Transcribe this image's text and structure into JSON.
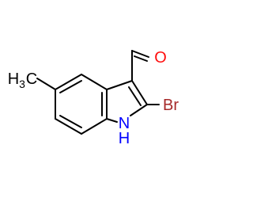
{
  "structure": {
    "atoms": {
      "oxygen": {
        "text": "O",
        "color": "#ff0d0d"
      },
      "bromine": {
        "text": "Br",
        "color": "#a62929"
      },
      "nh": {
        "n": "N",
        "h": "H",
        "color": "#0000ff"
      },
      "methyl": {
        "h": "H",
        "sub": "3",
        "c": "C",
        "color": "#000000"
      }
    },
    "bond_color": "#000000"
  }
}
